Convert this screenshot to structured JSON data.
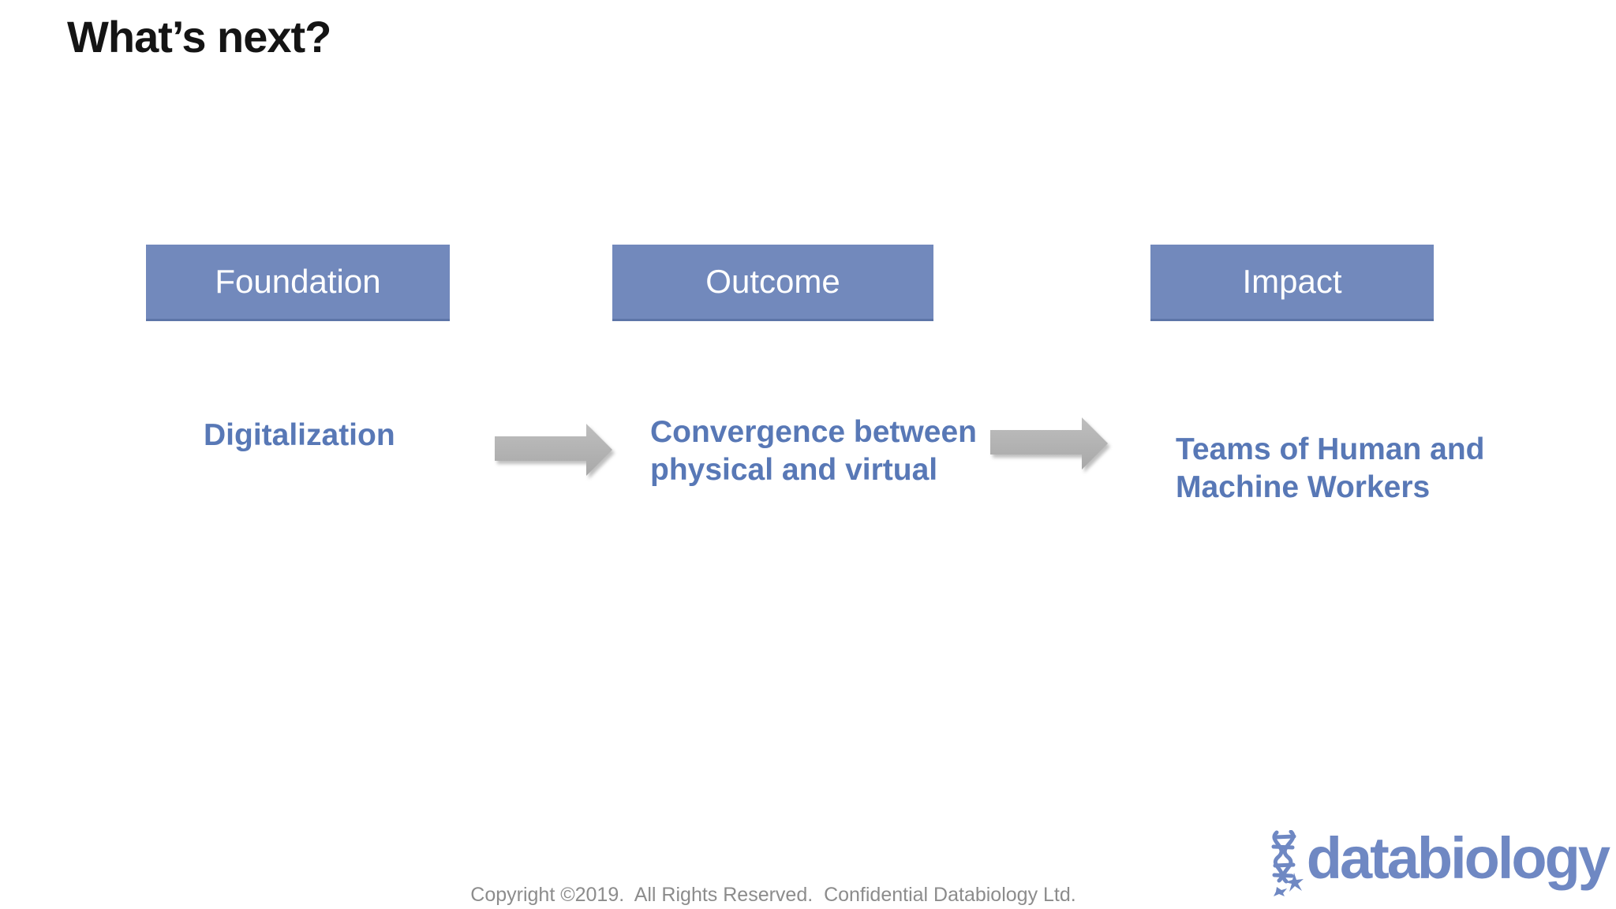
{
  "slide": {
    "title": "What’s next?"
  },
  "columns": [
    {
      "header": "Foundation",
      "description": "Digitalization"
    },
    {
      "header": "Outcome",
      "description": "Convergence between\nphysical and virtual"
    },
    {
      "header": "Impact",
      "description": "Teams of Human and\nMachine Workers"
    }
  ],
  "arrows": [
    {
      "name": "arrow-foundation-to-outcome",
      "direction": "right"
    },
    {
      "name": "arrow-outcome-to-impact",
      "direction": "right"
    }
  ],
  "footer": {
    "copyright": "Copyright ©2019.  All Rights Reserved.  Confidential Databiology Ltd."
  },
  "logo": {
    "icon": "dna-helix-icon",
    "wordmark": "databiology"
  },
  "colors": {
    "header_fill": "#7289bc",
    "header_edge": "#5d75a8",
    "header_text": "#ffffff",
    "accent_text": "#5878b6",
    "arrow_fill": "#b5b5b5",
    "title_text": "#141414",
    "copyright_text": "#8c8c8c",
    "logo_blue": "#6f88c3",
    "slide_bg": "#ffffff"
  }
}
